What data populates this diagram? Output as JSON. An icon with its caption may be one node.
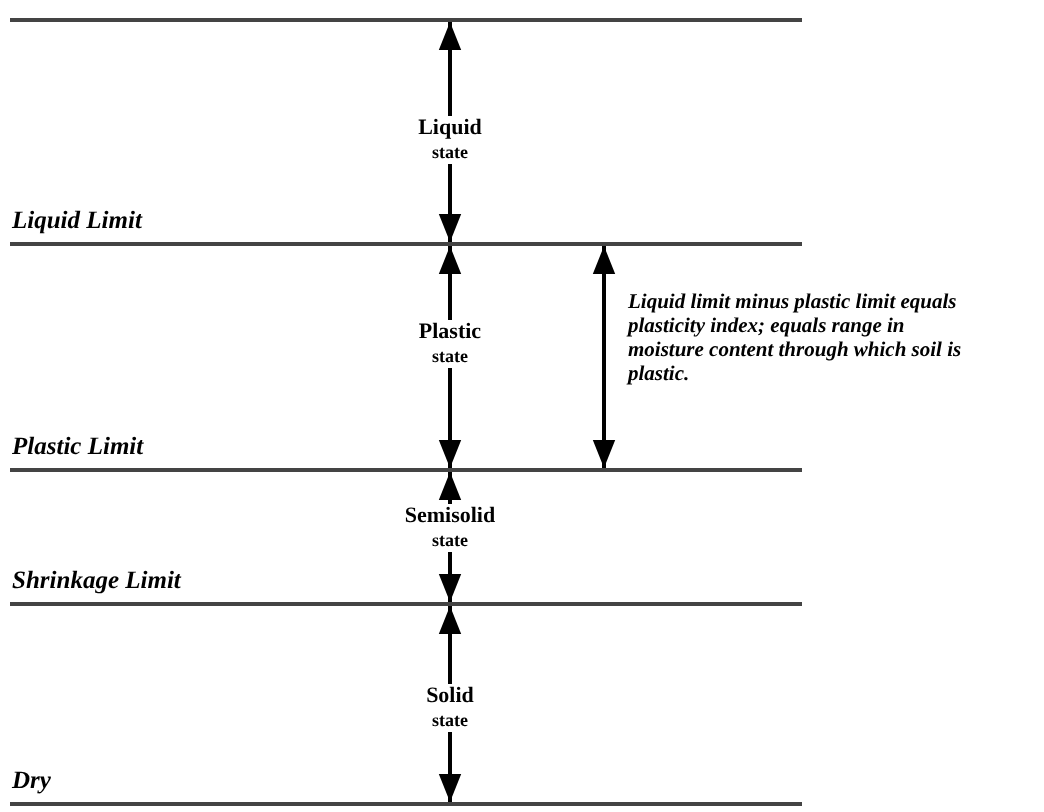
{
  "diagram": {
    "nodes": [
      {
        "text": [],
        "shape": "bar"
      },
      {
        "text": [],
        "shape": "bar",
        "beside": [
          "Liquid Limit"
        ]
      },
      {
        "text": [],
        "shape": "bar",
        "beside": [
          "Plastic Limit"
        ]
      },
      {
        "text": [],
        "shape": "bar",
        "beside": [
          "Shrinkage Limit"
        ]
      },
      {
        "text": [],
        "shape": "bar",
        "beside": [
          "Dry"
        ]
      },
      {
        "text": [
          "Liquid",
          "state"
        ]
      },
      {
        "text": [
          "Plastic",
          "state"
        ]
      },
      {
        "text": [
          "Semisolid",
          "state"
        ]
      },
      {
        "text": [
          "Solid",
          "state"
        ]
      }
    ],
    "edges": [
      {
        "from": 5,
        "to": 0,
        "arrow": "to"
      },
      {
        "from": 5,
        "to": 1,
        "arrow": "to"
      },
      {
        "from": 6,
        "to": 1,
        "arrow": "to"
      },
      {
        "from": 6,
        "to": 2,
        "arrow": "to"
      },
      {
        "from": 7,
        "to": 2,
        "arrow": "to"
      },
      {
        "from": 7,
        "to": 3,
        "arrow": "to"
      },
      {
        "from": 8,
        "to": 3,
        "arrow": "to"
      },
      {
        "from": 8,
        "to": 4,
        "arrow": "to"
      },
      {
        "from": 1,
        "to": 2,
        "arrow": "both"
      }
    ],
    "labels": [
      "Liquid limit minus plastic limit equals plasticity index; equals range in moisture content through which soil is plastic."
    ]
  }
}
